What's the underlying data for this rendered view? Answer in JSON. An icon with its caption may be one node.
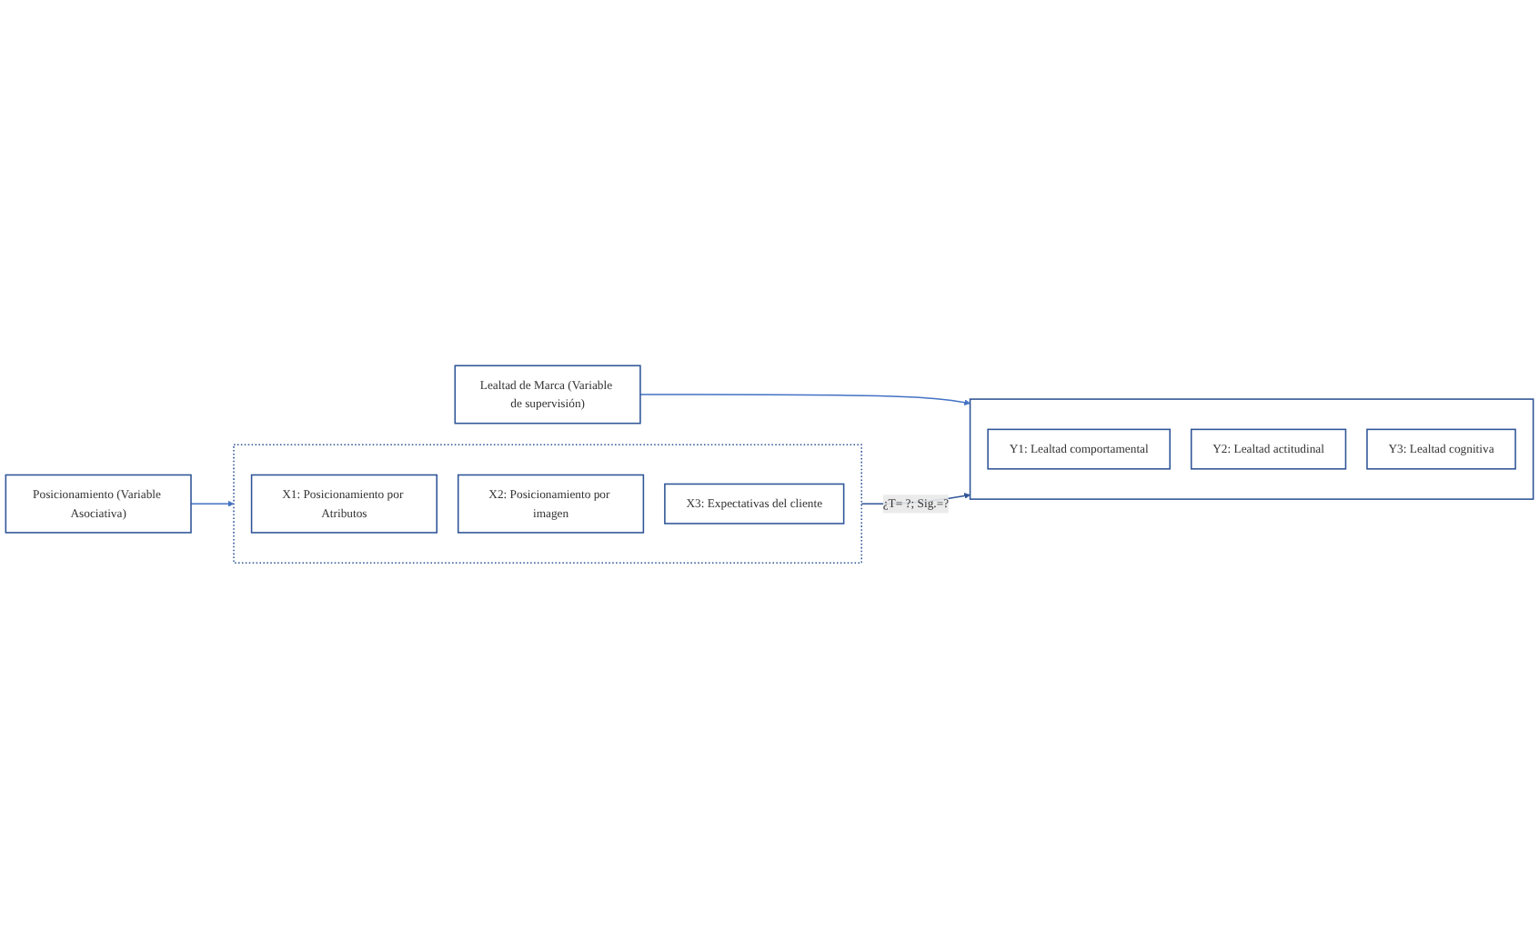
{
  "diagram": {
    "nodes": [
      {
        "text": [
          "Posicionamiento (Variable Asociativa)"
        ]
      },
      {
        "text": [],
        "shape": "box"
      },
      {
        "text": [
          "X1: Posicionamiento por Atributos"
        ],
        "in": 1
      },
      {
        "text": [
          "X2: Posicionamiento por imagen"
        ],
        "in": 1
      },
      {
        "text": [
          "X3: Expectativas del cliente"
        ],
        "in": 1
      },
      {
        "text": [
          "Lealtad de Marca (Variable de supervisión)"
        ]
      },
      {
        "text": [],
        "shape": "box"
      },
      {
        "text": [
          "Y1: Lealtad comportamental"
        ],
        "in": 6
      },
      {
        "text": [
          "Y2: Lealtad actitudinal"
        ],
        "in": 6
      },
      {
        "text": [
          "Y3: Lealtad cognitiva"
        ],
        "in": 6
      }
    ],
    "edges": [
      {
        "from": 0,
        "to": 1,
        "arrow": "to"
      },
      {
        "from": 5,
        "to": 6,
        "arrow": "to"
      },
      {
        "from": 1,
        "to": 6,
        "arrow": "to",
        "label": "¿T= ?; Sig.=?",
        "color": "#2f5597"
      }
    ]
  }
}
